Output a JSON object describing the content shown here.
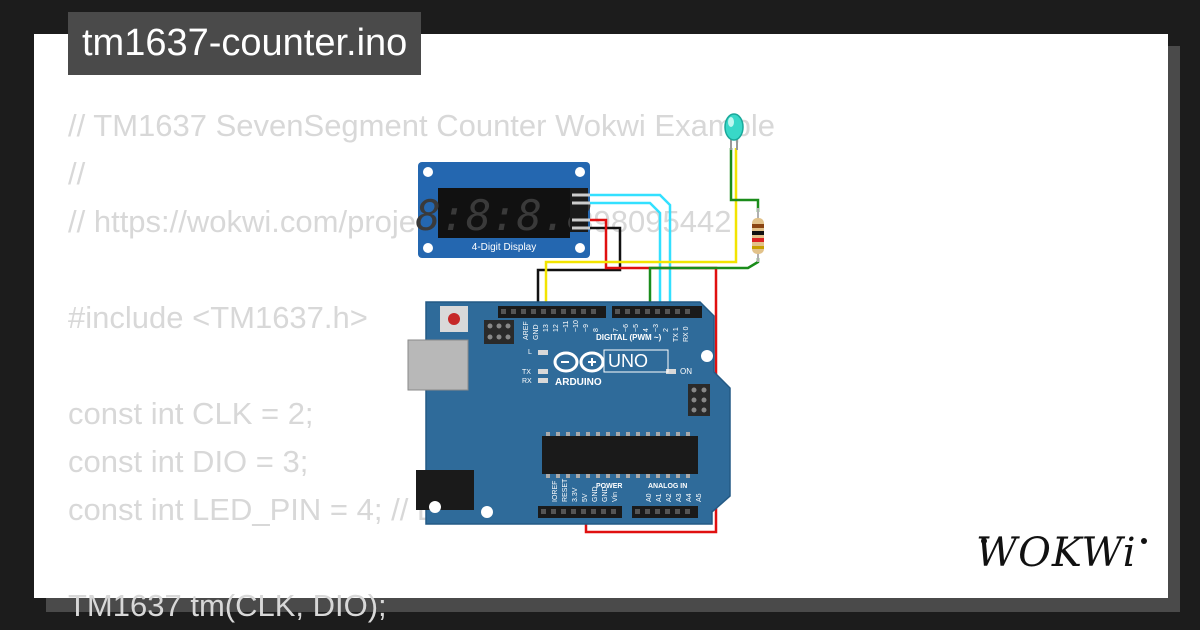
{
  "title": "tm1637-counter.ino",
  "code_lines": [
    "// TM1637 SevenSegment Counter Wokwi Example",
    "//",
    "// https://wokwi.com/projects/ 273323398095442",
    "",
    "#include <TM1637.h>",
    "",
    "const int CLK = 2;",
    "const int DIO = 3;",
    "const int LED_PIN = 4; // LED",
    "",
    "TM1637 tm(CLK, DIO);"
  ],
  "display": {
    "digits": "8:8:8.8",
    "label": "4-Digit Display"
  },
  "board": {
    "name": "ARDUINO",
    "model": "UNO",
    "digital_label": "DIGITAL (PWM ~)",
    "power_label": "POWER",
    "analog_label": "ANALOG IN",
    "aref": "AREF",
    "gnd": "GND",
    "led_l": "L",
    "led_tx": "TX",
    "led_rx": "RX",
    "on_label": "ON",
    "top_pins": [
      "13",
      "12",
      "~11",
      "~10",
      "~9",
      "8",
      "7",
      "~6",
      "~5",
      "4",
      "~3",
      "2",
      "TX 1",
      "RX 0"
    ],
    "power_pins": [
      "IOREF",
      "RESET",
      "3.3V",
      "5V",
      "GND",
      "GND",
      "Vin"
    ],
    "analog_pins": [
      "A0",
      "A1",
      "A2",
      "A3",
      "A4",
      "A5"
    ]
  },
  "brand": "WOKWi",
  "colors": {
    "board": "#2f6b9a",
    "wire_cyan": "#33e0ff",
    "wire_yellow": "#f2e400",
    "wire_green": "#1a8c1a",
    "wire_black": "#111111",
    "wire_red": "#e01010",
    "led": "#38d8c8"
  }
}
